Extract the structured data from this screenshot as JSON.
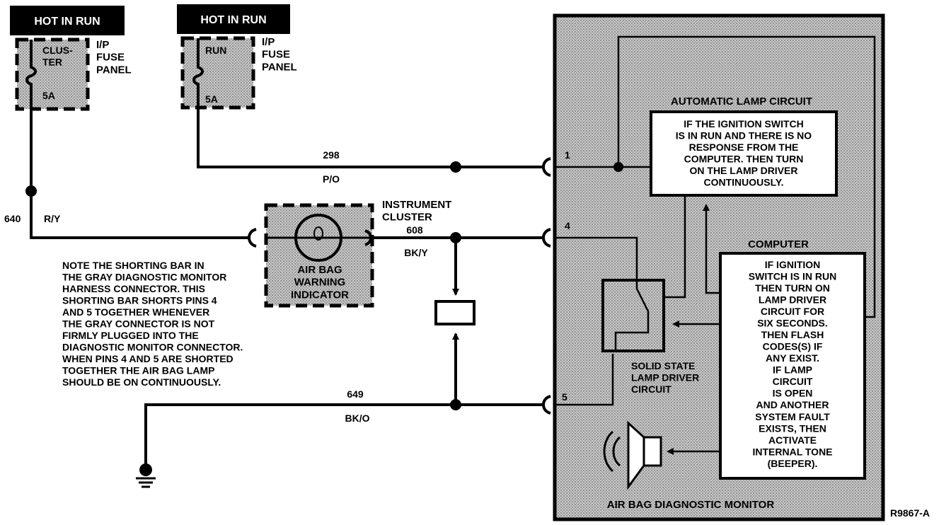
{
  "header_left": {
    "label": "HOT IN RUN",
    "fuse_name": "CLUS-\nTER",
    "fuse_rating": "5A",
    "panel_label": "I/P\nFUSE\nPANEL"
  },
  "header_right": {
    "label": "HOT IN RUN",
    "fuse_name": "RUN",
    "fuse_rating": "5A",
    "panel_label": "I/P\nFUSE\nPANEL"
  },
  "wires": {
    "w298": {
      "circuit": "298",
      "color": "P/O"
    },
    "w640": {
      "circuit": "640",
      "color": "R/Y"
    },
    "w608": {
      "circuit": "608",
      "color": "BK/Y"
    },
    "w649": {
      "circuit": "649",
      "color": "BK/O"
    }
  },
  "instrument_cluster": {
    "title": "INSTRUMENT\nCLUSTER",
    "indicator_label": "AIR BAG\nWARNING\nINDICATOR"
  },
  "note": "NOTE THE SHORTING BAR IN\nTHE GRAY DIAGNOSTIC MONITOR\nHARNESS CONNECTOR. THIS\nSHORTING BAR SHORTS PINS 4\nAND 5 TOGETHER WHENEVER\nTHE GRAY CONNECTOR IS NOT\nFIRMLY PLUGGED INTO THE\nDIAGNOSTIC MONITOR CONNECTOR.\nWHEN PINS 4 AND 5 ARE SHORTED\nTOGETHER THE AIR BAG LAMP\nSHOULD BE ON CONTINUOUSLY.",
  "monitor": {
    "title": "AIR BAG DIAGNOSTIC MONITOR",
    "pins": [
      "1",
      "4",
      "5"
    ],
    "auto_lamp_title": "AUTOMATIC LAMP CIRCUIT",
    "auto_lamp_text": "IF THE IGNITION SWITCH\nIS IN RUN AND THERE IS NO\nRESPONSE FROM THE\nCOMPUTER. THEN TURN\nON THE LAMP DRIVER\nCONTINUOUSLY.",
    "computer_title": "COMPUTER",
    "computer_text": "IF IGNITION\nSWITCH IS IN RUN\nTHEN TURN ON\nLAMP DRIVER\nCIRCUIT FOR\nSIX SECONDS.\nTHEN FLASH\nCODES(S) IF\nANY EXIST.\nIF LAMP\nCIRCUIT\nIS OPEN\nAND ANOTHER\nSYSTEM FAULT\nEXISTS, THEN\nACTIVATE\nINTERNAL TONE\n(BEEPER).",
    "driver_label": "SOLID STATE\nLAMP DRIVER\nCIRCUIT"
  },
  "figure_id": "R9867-A"
}
